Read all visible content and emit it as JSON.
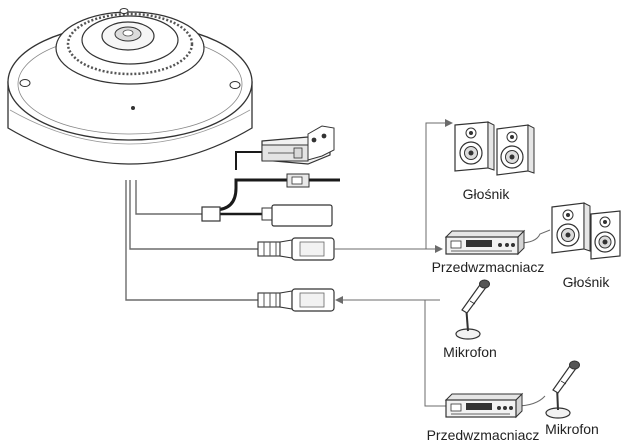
{
  "labels": {
    "speaker_top": "Głośnik",
    "preamp_middle": "Przedwzmacniacz",
    "speaker_right": "Głośnik",
    "mic_middle": "Mikrofon",
    "preamp_bottom": "Przedwzmacniacz",
    "mic_bottom": "Mikrofon"
  },
  "colors": {
    "line": "#6b6b6b",
    "cable": "#1a1a1a",
    "outline": "#333333",
    "device_fill": "#f2f2f2"
  }
}
